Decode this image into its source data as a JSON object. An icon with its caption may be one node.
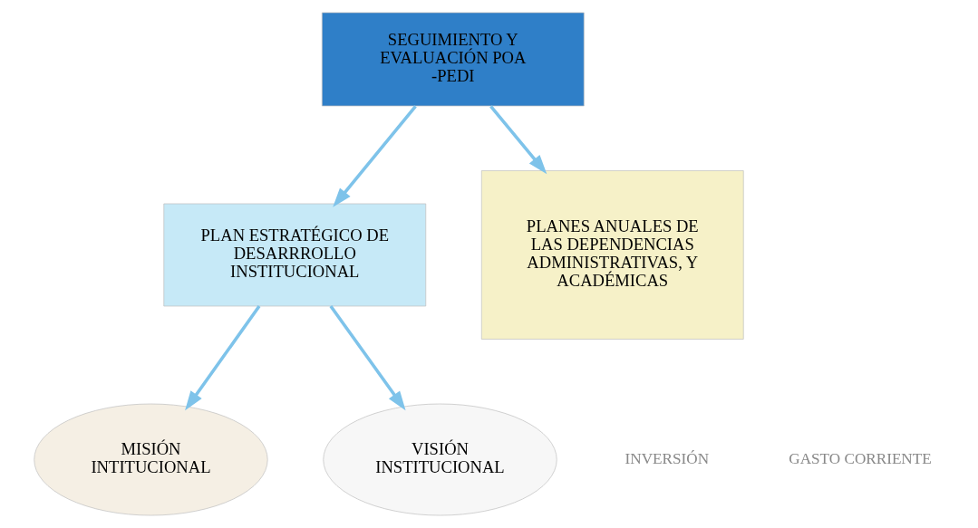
{
  "diagram": {
    "nodes": [
      {
        "text": [
          "SEGUIMIENTO Y EVALUACIÓN POA -PEDI"
        ]
      },
      {
        "text": [
          "PLAN ESTRATÉGICO DE DESARRROLLO INSTITUCIONAL"
        ]
      },
      {
        "text": [
          "PLANES ANUALES DE LAS DEPENDENCIAS ADMINISTRATIVAS, Y ACADÉMICAS"
        ]
      },
      {
        "text": [
          "MISIÓN INTITUCIONAL"
        ]
      },
      {
        "text": [
          "VISIÓN INSTITUCIONAL"
        ]
      }
    ],
    "edges": [
      {
        "from": 0,
        "to": 1,
        "arrow": "to"
      },
      {
        "from": 0,
        "to": 2,
        "arrow": "to"
      },
      {
        "from": 1,
        "to": 3,
        "arrow": "to"
      },
      {
        "from": 1,
        "to": 4,
        "arrow": "to"
      }
    ],
    "labels": [
      "INVERSIÓN",
      "GASTO CORRIENTE"
    ]
  }
}
